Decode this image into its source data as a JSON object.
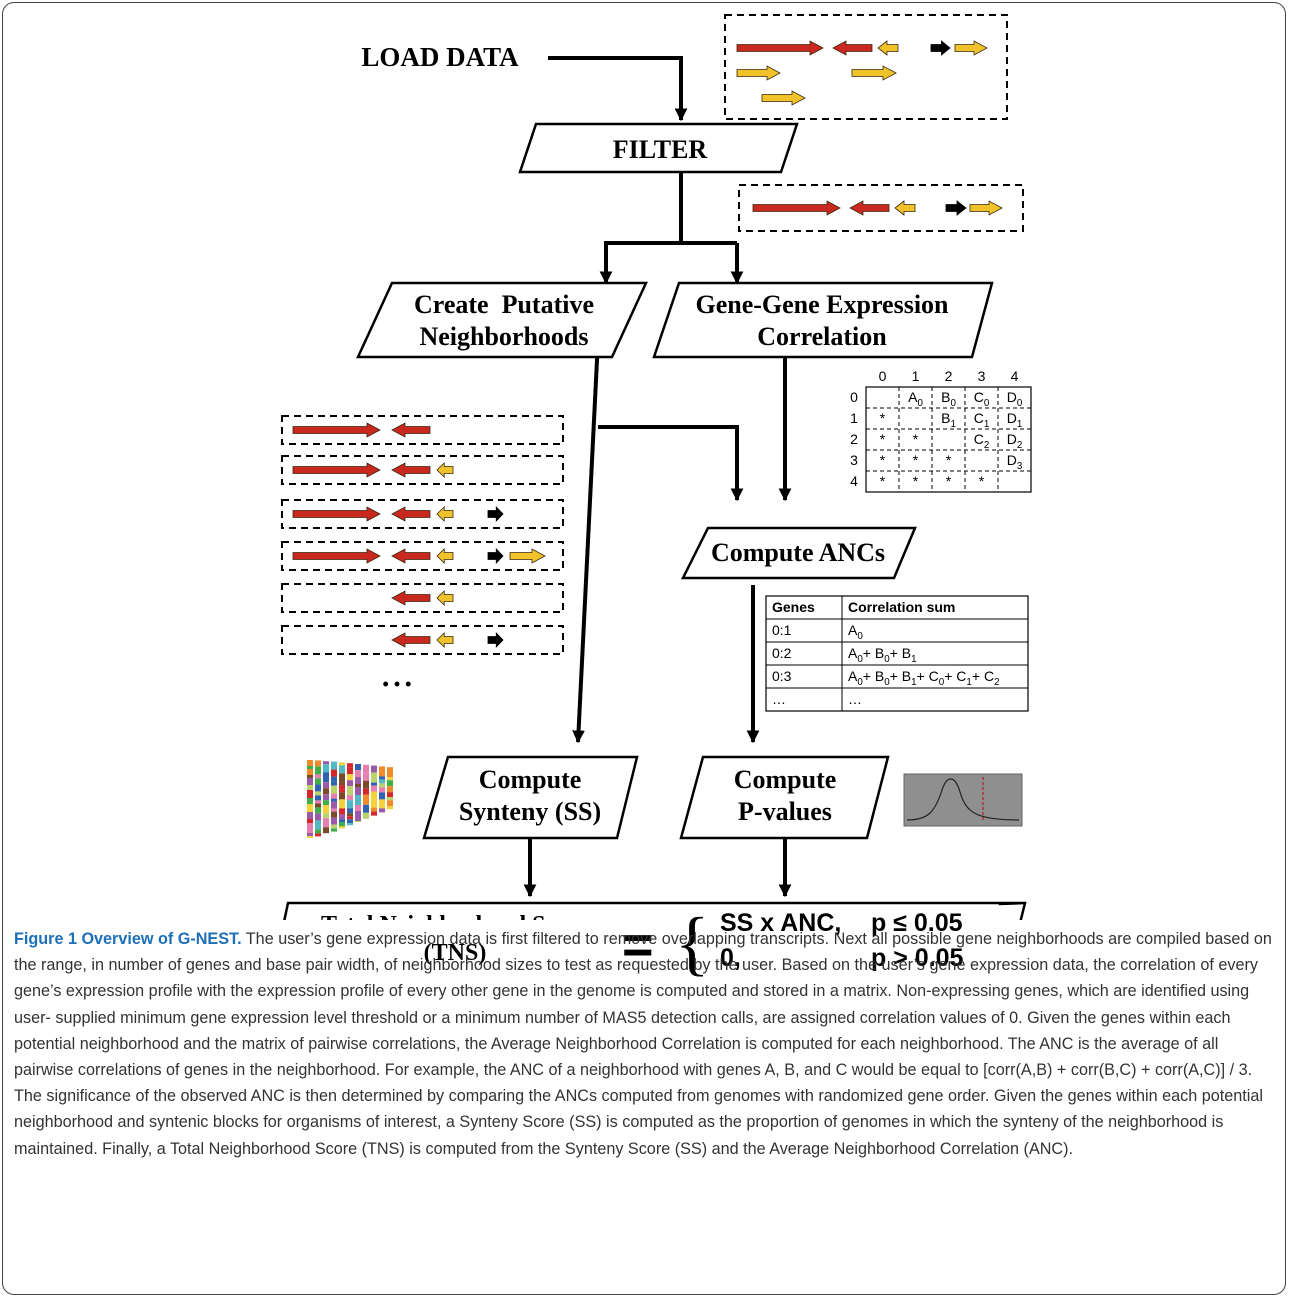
{
  "steps": {
    "load": "LOAD DATA",
    "filter": "FILTER",
    "neighborhoods": [
      "Create  Putative",
      "Neighborhoods"
    ],
    "correlation": [
      "Gene-Gene Expression",
      "Correlation"
    ],
    "anc": "Compute ANCs",
    "synteny": [
      "Compute",
      "Synteny (SS)"
    ],
    "pvalues": [
      "Compute",
      "P-values"
    ]
  },
  "tns": {
    "label": [
      "Total Neighborhood Score",
      "(TNS)"
    ],
    "equals": "=",
    "brace": "{",
    "case1_left": "SS x ANC,",
    "case1_right": "p ≤ 0.05",
    "case2_left": "0,",
    "case2_right": "p > 0.05"
  },
  "matrix": {
    "col_headers": [
      "0",
      "1",
      "2",
      "3",
      "4"
    ],
    "row_headers": [
      "0",
      "1",
      "2",
      "3",
      "4"
    ],
    "cells": [
      [
        "",
        "A0",
        "B0",
        "C0",
        "D0"
      ],
      [
        "*",
        "",
        "B1",
        "C1",
        "D1"
      ],
      [
        "*",
        "*",
        "",
        "C2",
        "D2"
      ],
      [
        "*",
        "*",
        "*",
        "",
        "D3"
      ],
      [
        "*",
        "*",
        "*",
        "*",
        ""
      ]
    ]
  },
  "anc_table": {
    "headers": [
      "Genes",
      "Correlation sum"
    ],
    "rows": [
      [
        "0:1",
        "A0"
      ],
      [
        "0:2",
        "A0+ B0+ B1"
      ],
      [
        "0:3",
        "A0+ B0+ B1+ C0+ C1+ C2"
      ],
      [
        "…",
        "…"
      ]
    ]
  },
  "ellipsis": "• • •",
  "colors": {
    "red": "#c8281e",
    "yellow": "#f2c22a",
    "black": "#000000",
    "caption_label": "#1d6fb8",
    "caption_text": "#333333"
  },
  "caption": {
    "label": "Figure 1 Overview of G-NEST.",
    "text": " The user’s gene expression data is first filtered to remove overlapping transcripts. Next all possible gene neighborhoods are compiled based on the range, in number of genes and base pair width, of neighborhood sizes to test as requested by the user. Based on the user’s gene expression data, the correlation of every gene’s expression profile with the expression profile of every other gene in the genome is computed and stored in a matrix. Non-expressing genes, which are identified using user- supplied minimum gene expression level threshold or a minimum number of MAS5 detection calls, are assigned correlation values of 0. Given the genes within each potential neighborhood and the matrix of pairwise correlations, the Average Neighborhood Correlation is computed for each neighborhood. The ANC is the average of all pairwise correlations of genes in the neighborhood. For example, the ANC of a neighborhood with genes A, B, and C would be equal to [corr(A,B) + corr(B,C) + corr(A,C)] / 3. The significance of the observed ANC is then determined by comparing the ANCs computed from genomes with randomized gene order. Given the genes within each potential neighborhood and syntenic blocks for organisms of interest, a Synteny Score (SS) is computed as the proportion of genomes in which the synteny of the neighborhood is maintained. Finally, a Total Neighborhood Score (TNS) is computed from the Synteny Score (SS) and the Average Neighborhood Correlation (ANC)."
  }
}
